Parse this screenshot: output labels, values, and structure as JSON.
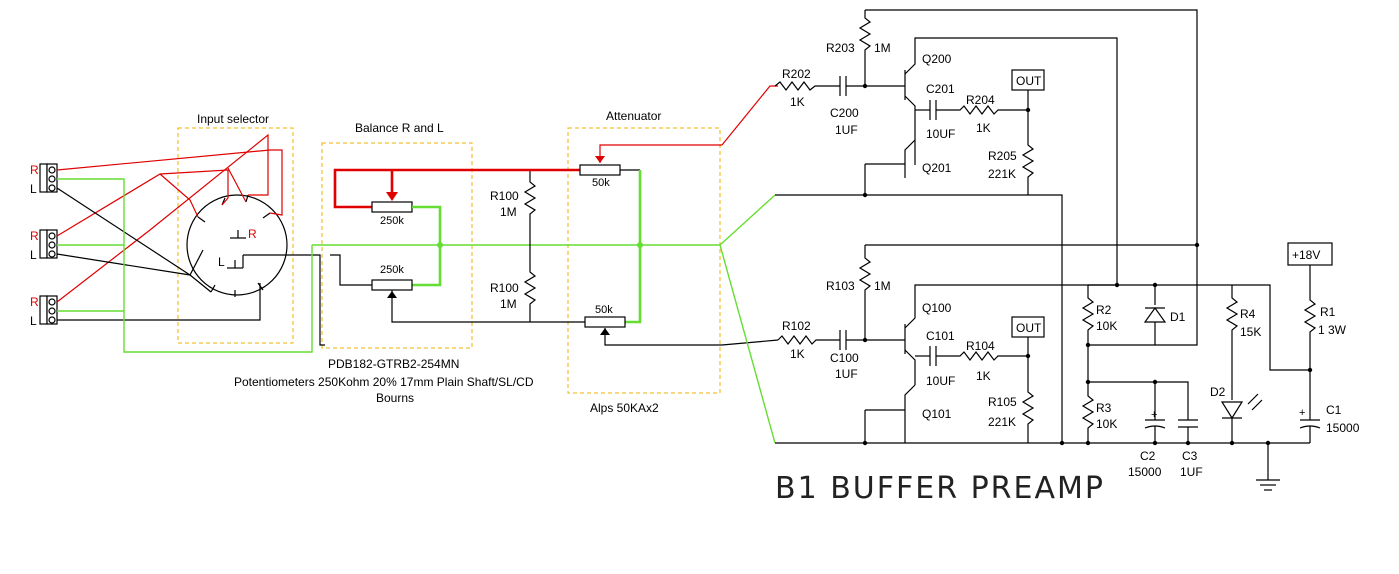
{
  "sections": {
    "input_selector": "Input selector",
    "balance": "Balance R and L",
    "attenuator": "Attenuator"
  },
  "jacks": {
    "r": "R",
    "l": "L"
  },
  "selector": {
    "r": "R",
    "l": "L"
  },
  "balance": {
    "pot_top": "250k",
    "pot_bottom": "250k"
  },
  "attenuator": {
    "pot_top": "50k",
    "pot_bottom": "50k"
  },
  "resistors": {
    "r100_top": "R100",
    "r100_top_val": "1M",
    "r100_bot": "R100",
    "r100_bot_val": "1M",
    "r202": "R202",
    "r202_val": "1K",
    "r203": "R203",
    "r203_val": "1M",
    "r204": "R204",
    "r204_val": "1K",
    "r205": "R205",
    "r205_val": "221K",
    "r102": "R102",
    "r102_val": "1K",
    "r103": "R103",
    "r103_val": "1M",
    "r104": "R104",
    "r104_val": "1K",
    "r105": "R105",
    "r105_val": "221K",
    "r2": "R2",
    "r2_val": "10K",
    "r3": "R3",
    "r3_val": "10K",
    "r4": "R4",
    "r4_val": "15K",
    "r1": "R1",
    "r1_val": "1 3W"
  },
  "capacitors": {
    "c200": "C200",
    "c200_val": "1UF",
    "c201": "C201",
    "c201_val": "10UF",
    "c100": "C100",
    "c100_val": "1UF",
    "c101": "C101",
    "c101_val": "10UF",
    "c2": "C2",
    "c2_val": "15000",
    "c3": "C3",
    "c3_val": "1UF",
    "c1": "C1",
    "c1_val": "15000"
  },
  "transistors": {
    "q200": "Q200",
    "q201": "Q201",
    "q100": "Q100",
    "q101": "Q101"
  },
  "diodes": {
    "d1": "D1",
    "d2": "D2"
  },
  "outputs": {
    "out_top": "OUT",
    "out_bottom": "OUT",
    "supply": "+18V"
  },
  "notes": {
    "part_number": "PDB182-GTRB2-254MN",
    "pot_spec": "Potentiometers 250Kohm 20% 17mm Plain Shaft/SL/CD",
    "brand": "Bourns",
    "alps": "Alps 50KAx2"
  },
  "title": "B1 BUFFER PREAMP"
}
